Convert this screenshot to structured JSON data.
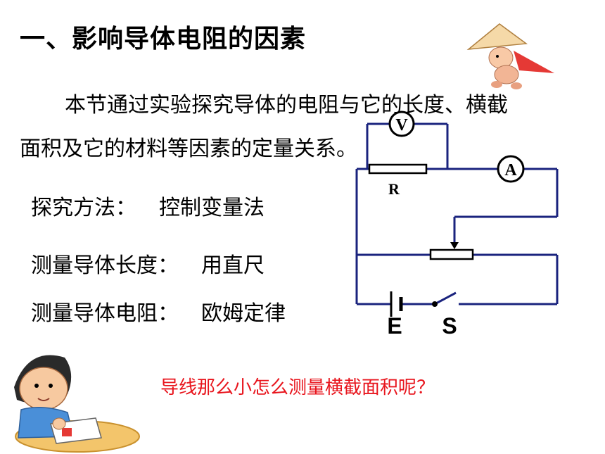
{
  "title": "一、影响导体电阻的因素",
  "intro": {
    "line1": "本节通过实验探究导体的电阻与它的长度、横截",
    "line2": "面积及它的材料等因素的定量关系。"
  },
  "rows": {
    "method_label": "探究方法：",
    "method_value": "控制变量法",
    "length_label": "测量导体长度：",
    "length_value": "用直尺",
    "resistance_label": "测量导体电阻：",
    "resistance_value": "欧姆定律"
  },
  "question": "导线那么小怎么测量横截面积呢？",
  "circuit": {
    "voltmeter": "V",
    "ammeter": "A",
    "resistor": "R",
    "battery": "E",
    "switch": "S",
    "wire_color": "#1a237e"
  }
}
